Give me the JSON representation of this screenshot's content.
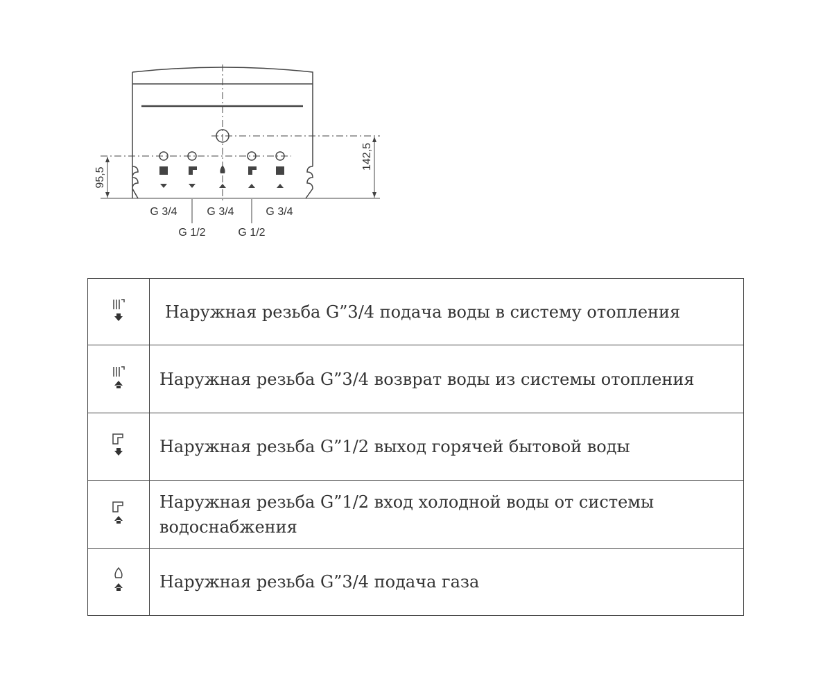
{
  "diagram": {
    "dimensions": {
      "left": "95,5",
      "right": "142,5"
    },
    "labels_top": [
      "G 3/4",
      "G 3/4",
      "G 3/4"
    ],
    "labels_bottom": [
      "G 1/2",
      "G 1/2"
    ]
  },
  "table": {
    "rows": [
      {
        "icon": "radiator-icon",
        "arrow": "down",
        "text": "Наружная резьба G”3/4 подача воды в систему отопления"
      },
      {
        "icon": "radiator-icon",
        "arrow": "up",
        "text": "Наружная резьба G”3/4 возврат воды из системы отопления"
      },
      {
        "icon": "faucet-icon",
        "arrow": "down",
        "text": "Наружная резьба G”1/2 выход горячей бытовой воды"
      },
      {
        "icon": "faucet-icon",
        "arrow": "up",
        "text_line1": "Наружная резьба G”1/2 вход холодной воды от системы",
        "text_line2": "водоснабжения"
      },
      {
        "icon": "gas-flame-icon",
        "arrow": "up",
        "text": "Наружная резьба G”3/4 подача газа"
      }
    ]
  }
}
